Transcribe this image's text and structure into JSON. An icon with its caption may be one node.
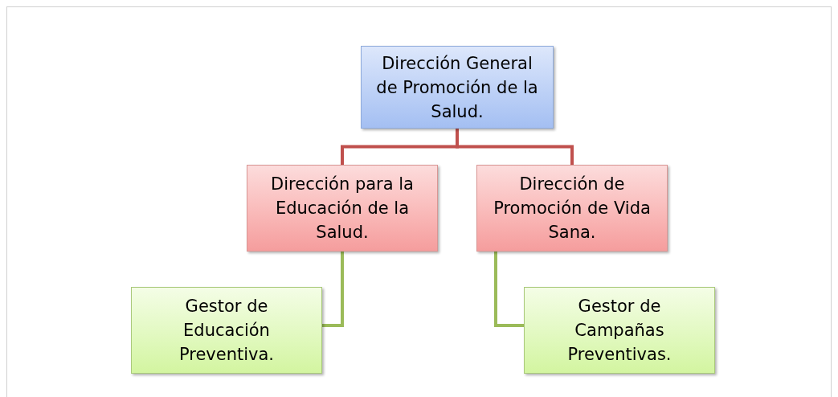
{
  "diagram": {
    "nodes": [
      {
        "text": [
          "Dirección General de Promoción de la Salud."
        ]
      },
      {
        "text": [
          "Dirección para la Educación de la Salud."
        ]
      },
      {
        "text": [
          "Dirección de Promoción de Vida Sana."
        ]
      },
      {
        "text": [
          "Gestor de Educación Preventiva."
        ]
      },
      {
        "text": [
          "Gestor de Campañas Preventivas."
        ]
      }
    ],
    "edges": [
      {
        "from": 0,
        "to": 1,
        "arrow": "none",
        "color": "#c0504d"
      },
      {
        "from": 0,
        "to": 2,
        "arrow": "none",
        "color": "#c0504d"
      },
      {
        "from": 1,
        "to": 3,
        "arrow": "none",
        "color": "#9bbb59"
      },
      {
        "from": 2,
        "to": 4,
        "arrow": "none",
        "color": "#9bbb59"
      }
    ]
  }
}
